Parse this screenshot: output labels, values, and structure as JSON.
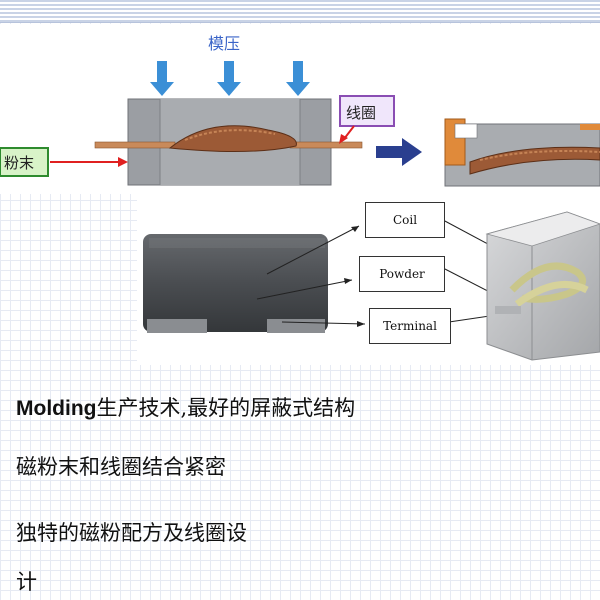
{
  "diagram": {
    "press_label": "模压",
    "coil_label": "线圈",
    "powder_label": "粉末",
    "callouts": {
      "coil": "Coil",
      "powder": "Powder",
      "terminal": "Terminal"
    }
  },
  "text": {
    "line1_latin": "Molding",
    "line1_rest": "生产技术,最好的屏蔽式结构",
    "line2": "磁粉末和线圈结合紧密",
    "line3": "独特的磁粉配方及线圈设",
    "line4": "计"
  },
  "colors": {
    "press_arrow": "#3b8fd6",
    "coil_box_border": "#8a4db3",
    "coil_box_fill": "#f0e6fb",
    "powder_box_border": "#2e8b2e",
    "powder_box_fill": "#d8f3c8",
    "process_arrow": "#2a3f8f",
    "red_arrow": "#e02020"
  }
}
